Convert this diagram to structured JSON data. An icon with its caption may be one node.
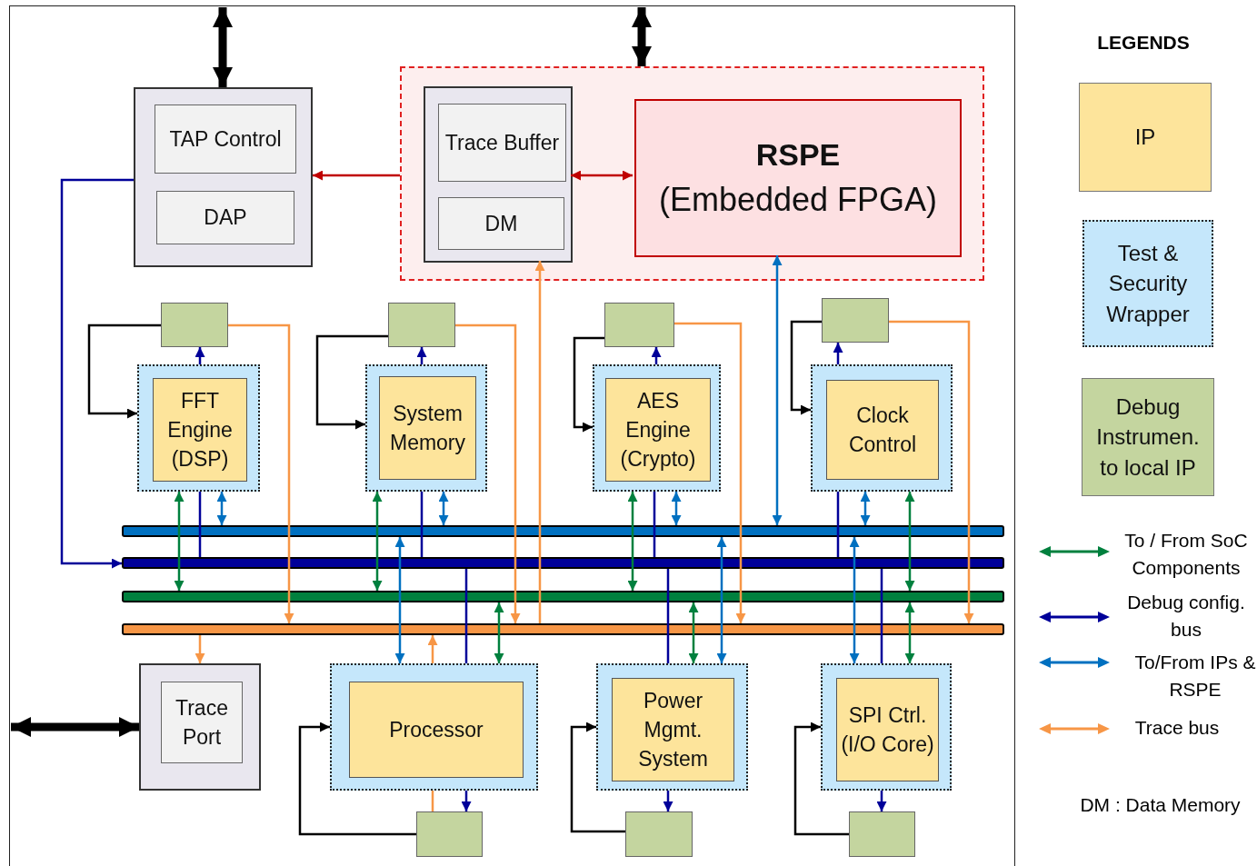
{
  "diagram": {
    "nodes": [
      {
        "text": [],
        "shape": "box"
      },
      {
        "text": [
          "TAP Control"
        ],
        "in": 0
      },
      {
        "text": [
          "DAP"
        ],
        "in": 0
      },
      {
        "text": [],
        "shape": "box"
      },
      {
        "text": [],
        "shape": "box",
        "in": 3
      },
      {
        "text": [
          "Trace Buffer"
        ],
        "in": 4
      },
      {
        "text": [
          "DM"
        ],
        "in": 4
      },
      {
        "text": [
          "RSPE",
          "(Embedded FPGA)"
        ],
        "in": 3
      },
      {
        "text": [],
        "shape": "box"
      },
      {
        "text": [],
        "shape": "box"
      },
      {
        "text": [
          "FFT Engine (DSP)"
        ],
        "in": 9
      },
      {
        "text": [],
        "shape": "box"
      },
      {
        "text": [],
        "shape": "box"
      },
      {
        "text": [
          "System Memory"
        ],
        "in": 12
      },
      {
        "text": [],
        "shape": "box"
      },
      {
        "text": [],
        "shape": "box"
      },
      {
        "text": [
          "AES Engine (Crypto)"
        ],
        "in": 15
      },
      {
        "text": [],
        "shape": "box"
      },
      {
        "text": [],
        "shape": "box"
      },
      {
        "text": [
          "Clock Control"
        ],
        "in": 18
      },
      {
        "text": [],
        "shape": "bar"
      },
      {
        "text": [],
        "shape": "bar"
      },
      {
        "text": [],
        "shape": "bar"
      },
      {
        "text": [],
        "shape": "bar"
      },
      {
        "text": [],
        "shape": "box"
      },
      {
        "text": [
          "Trace Port"
        ],
        "in": 24
      },
      {
        "text": [],
        "shape": "box"
      },
      {
        "text": [
          "Processor"
        ],
        "in": 26
      },
      {
        "text": [],
        "shape": "box"
      },
      {
        "text": [
          "Power Mgmt. System"
        ],
        "in": 28
      },
      {
        "text": [],
        "shape": "box"
      },
      {
        "text": [
          "SPI Ctrl. (I/O Core)"
        ],
        "in": 30
      },
      {
        "text": [],
        "shape": "box"
      },
      {
        "text": [],
        "shape": "box"
      },
      {
        "text": [],
        "shape": "box"
      }
    ],
    "edges": [
      {
        "from": null,
        "to": 0,
        "arrow": "both",
        "style": "thick",
        "color": "#000000"
      },
      {
        "from": null,
        "to": 3,
        "arrow": "both",
        "style": "thick",
        "color": "#000000"
      },
      {
        "from": 3,
        "to": 0,
        "arrow": "to",
        "color": "#c00000"
      },
      {
        "from": 4,
        "to": 7,
        "arrow": "both",
        "color": "#c00000"
      },
      {
        "from": 0,
        "to": 21,
        "arrow": "to",
        "color": "#000099"
      },
      {
        "from": 7,
        "to": 20,
        "arrow": "both",
        "color": "#0070c0"
      },
      {
        "from": 23,
        "to": 4,
        "arrow": "to",
        "color": "#f79646"
      },
      {
        "from": 9,
        "to": 8,
        "arrow": "to",
        "color": "#000099"
      },
      {
        "from": 8,
        "to": 9,
        "arrow": "to",
        "color": "#000000"
      },
      {
        "from": 8,
        "to": 23,
        "arrow": "to",
        "color": "#f79646"
      },
      {
        "from": 9,
        "to": 22,
        "arrow": "both",
        "color": "#00803e"
      },
      {
        "from": 9,
        "to": 21,
        "arrow": "none",
        "color": "#000099"
      },
      {
        "from": 9,
        "to": 20,
        "arrow": "both",
        "color": "#0070c0"
      },
      {
        "from": 12,
        "to": 11,
        "arrow": "to",
        "color": "#000099"
      },
      {
        "from": 11,
        "to": 12,
        "arrow": "to",
        "color": "#000000"
      },
      {
        "from": 11,
        "to": 23,
        "arrow": "to",
        "color": "#f79646"
      },
      {
        "from": 12,
        "to": 22,
        "arrow": "both",
        "color": "#00803e"
      },
      {
        "from": 12,
        "to": 21,
        "arrow": "none",
        "color": "#000099"
      },
      {
        "from": 12,
        "to": 20,
        "arrow": "both",
        "color": "#0070c0"
      },
      {
        "from": 15,
        "to": 14,
        "arrow": "to",
        "color": "#000099"
      },
      {
        "from": 14,
        "to": 15,
        "arrow": "to",
        "color": "#000000"
      },
      {
        "from": 14,
        "to": 23,
        "arrow": "to",
        "color": "#f79646"
      },
      {
        "from": 15,
        "to": 22,
        "arrow": "both",
        "color": "#00803e"
      },
      {
        "from": 15,
        "to": 21,
        "arrow": "none",
        "color": "#000099"
      },
      {
        "from": 15,
        "to": 20,
        "arrow": "both",
        "color": "#0070c0"
      },
      {
        "from": 18,
        "to": 17,
        "arrow": "to",
        "color": "#000099"
      },
      {
        "from": 17,
        "to": 18,
        "arrow": "to",
        "color": "#000000"
      },
      {
        "from": 17,
        "to": 23,
        "arrow": "to",
        "color": "#f79646"
      },
      {
        "from": 18,
        "to": 22,
        "arrow": "both",
        "color": "#00803e"
      },
      {
        "from": 18,
        "to": 21,
        "arrow": "none",
        "color": "#000099"
      },
      {
        "from": 18,
        "to": 20,
        "arrow": "both",
        "color": "#0070c0"
      },
      {
        "from": 23,
        "to": 24,
        "arrow": "to",
        "color": "#f79646"
      },
      {
        "from": null,
        "to": 24,
        "arrow": "both",
        "style": "thick",
        "color": "#000000"
      },
      {
        "from": 20,
        "to": 26,
        "arrow": "both",
        "color": "#0070c0"
      },
      {
        "from": 26,
        "to": 23,
        "arrow": "to",
        "color": "#f79646"
      },
      {
        "from": 21,
        "to": 26,
        "arrow": "none",
        "color": "#000099"
      },
      {
        "from": 22,
        "to": 26,
        "arrow": "both",
        "color": "#00803e"
      },
      {
        "from": 26,
        "to": 32,
        "arrow": "to",
        "color": "#000099"
      },
      {
        "from": 32,
        "to": 26,
        "arrow": "to",
        "color": "#000000"
      },
      {
        "from": 26,
        "to": 32,
        "arrow": "none",
        "color": "#f79646"
      },
      {
        "from": 21,
        "to": 28,
        "arrow": "none",
        "color": "#000099"
      },
      {
        "from": 22,
        "to": 28,
        "arrow": "both",
        "color": "#00803e"
      },
      {
        "from": 20,
        "to": 28,
        "arrow": "both",
        "color": "#0070c0"
      },
      {
        "from": 28,
        "to": 33,
        "arrow": "to",
        "color": "#000099"
      },
      {
        "from": 33,
        "to": 28,
        "arrow": "to",
        "color": "#000000"
      },
      {
        "from": 20,
        "to": 30,
        "arrow": "both",
        "color": "#0070c0"
      },
      {
        "from": 21,
        "to": 30,
        "arrow": "none",
        "color": "#000099"
      },
      {
        "from": 22,
        "to": 30,
        "arrow": "both",
        "color": "#00803e"
      },
      {
        "from": 30,
        "to": 34,
        "arrow": "to",
        "color": "#000099"
      },
      {
        "from": 34,
        "to": 30,
        "arrow": "to",
        "color": "#000000"
      }
    ],
    "labels": [
      "LEGENDS",
      "DM : Data Memory"
    ],
    "legend": [
      {
        "text": "IP",
        "color": "#fde49b"
      },
      {
        "text": "Test & Security Wrapper",
        "color": "#c5e7fb"
      },
      {
        "text": "Debug Instrumen. to local IP",
        "color": "#c4d59f"
      },
      {
        "text": "To / From SoC Components"
      },
      {
        "text": "Debug config. bus"
      },
      {
        "text": "To/From IPs & RSPE"
      },
      {
        "text": "Trace bus"
      }
    ]
  }
}
